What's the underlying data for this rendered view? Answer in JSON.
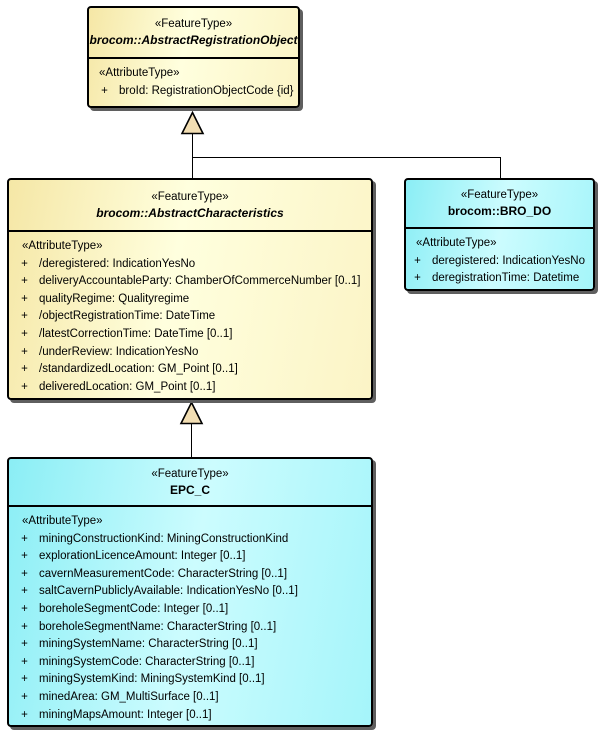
{
  "diagram": {
    "title": "BRO EPC mining construction UML class diagram",
    "colors": {
      "class_fill_yellow": "#FFF7C2",
      "class_fill_cyan": "#A5F5FA",
      "border": "#000000",
      "shadow": "#5F5F5F",
      "generalization_arrow_fill": "#F2DEB3",
      "connector_line": "#000000",
      "canvas": "#FFFFFF"
    },
    "classes": [
      {
        "stereotype": "«FeatureType»",
        "name": "brocom::AbstractRegistrationObject",
        "abstract": true,
        "fill": "yellow",
        "attr_header": "«AttributeType»",
        "attributes": [
          {
            "vis": "+",
            "text": "broId: RegistrationObjectCode {id}"
          }
        ]
      },
      {
        "stereotype": "«FeatureType»",
        "name": "brocom::AbstractCharacteristics",
        "abstract": true,
        "fill": "yellow",
        "attr_header": "«AttributeType»",
        "attributes": [
          {
            "vis": "+",
            "text": "/deregistered: IndicationYesNo"
          },
          {
            "vis": "+",
            "text": "deliveryAccountableParty: ChamberOfCommerceNumber [0..1]"
          },
          {
            "vis": "+",
            "text": "qualityRegime: Qualityregime"
          },
          {
            "vis": "+",
            "text": "/objectRegistrationTime: DateTime"
          },
          {
            "vis": "+",
            "text": "/latestCorrectionTime: DateTime [0..1]"
          },
          {
            "vis": "+",
            "text": "/underReview: IndicationYesNo"
          },
          {
            "vis": "+",
            "text": "/standardizedLocation: GM_Point [0..1]"
          },
          {
            "vis": "+",
            "text": "deliveredLocation: GM_Point [0..1]"
          }
        ]
      },
      {
        "stereotype": "«FeatureType»",
        "name": "brocom::BRO_DO",
        "abstract": false,
        "fill": "cyan",
        "attr_header": "«AttributeType»",
        "attributes": [
          {
            "vis": "+",
            "text": "deregistered: IndicationYesNo"
          },
          {
            "vis": "+",
            "text": "deregistrationTime: Datetime"
          }
        ]
      },
      {
        "stereotype": "«FeatureType»",
        "name": "EPC_C",
        "abstract": false,
        "fill": "cyan",
        "attr_header": "«AttributeType»",
        "attributes": [
          {
            "vis": "+",
            "text": "miningConstructionKind: MiningConstructionKind"
          },
          {
            "vis": "+",
            "text": "explorationLicenceAmount: Integer [0..1]"
          },
          {
            "vis": "+",
            "text": "cavernMeasurementCode: CharacterString [0..1]"
          },
          {
            "vis": "+",
            "text": "saltCavernPubliclyAvailable: IndicationYesNo [0..1]"
          },
          {
            "vis": "+",
            "text": "boreholeSegmentCode: Integer [0..1]"
          },
          {
            "vis": "+",
            "text": "boreholeSegmentName: CharacterString [0..1]"
          },
          {
            "vis": "+",
            "text": "miningSystemName: CharacterString [0..1]"
          },
          {
            "vis": "+",
            "text": "miningSystemCode: CharacterString [0..1]"
          },
          {
            "vis": "+",
            "text": "miningSystemKind: MiningSystemKind [0..1]"
          },
          {
            "vis": "+",
            "text": "minedArea: GM_MultiSurface [0..1]"
          },
          {
            "vis": "+",
            "text": "miningMapsAmount: Integer [0..1]"
          }
        ]
      }
    ],
    "relations": [
      {
        "type": "generalization",
        "from": "brocom::AbstractCharacteristics",
        "to": "brocom::AbstractRegistrationObject"
      },
      {
        "type": "generalization",
        "from": "brocom::BRO_DO",
        "to": "brocom::AbstractRegistrationObject"
      },
      {
        "type": "generalization",
        "from": "EPC_C",
        "to": "brocom::AbstractCharacteristics"
      }
    ]
  }
}
